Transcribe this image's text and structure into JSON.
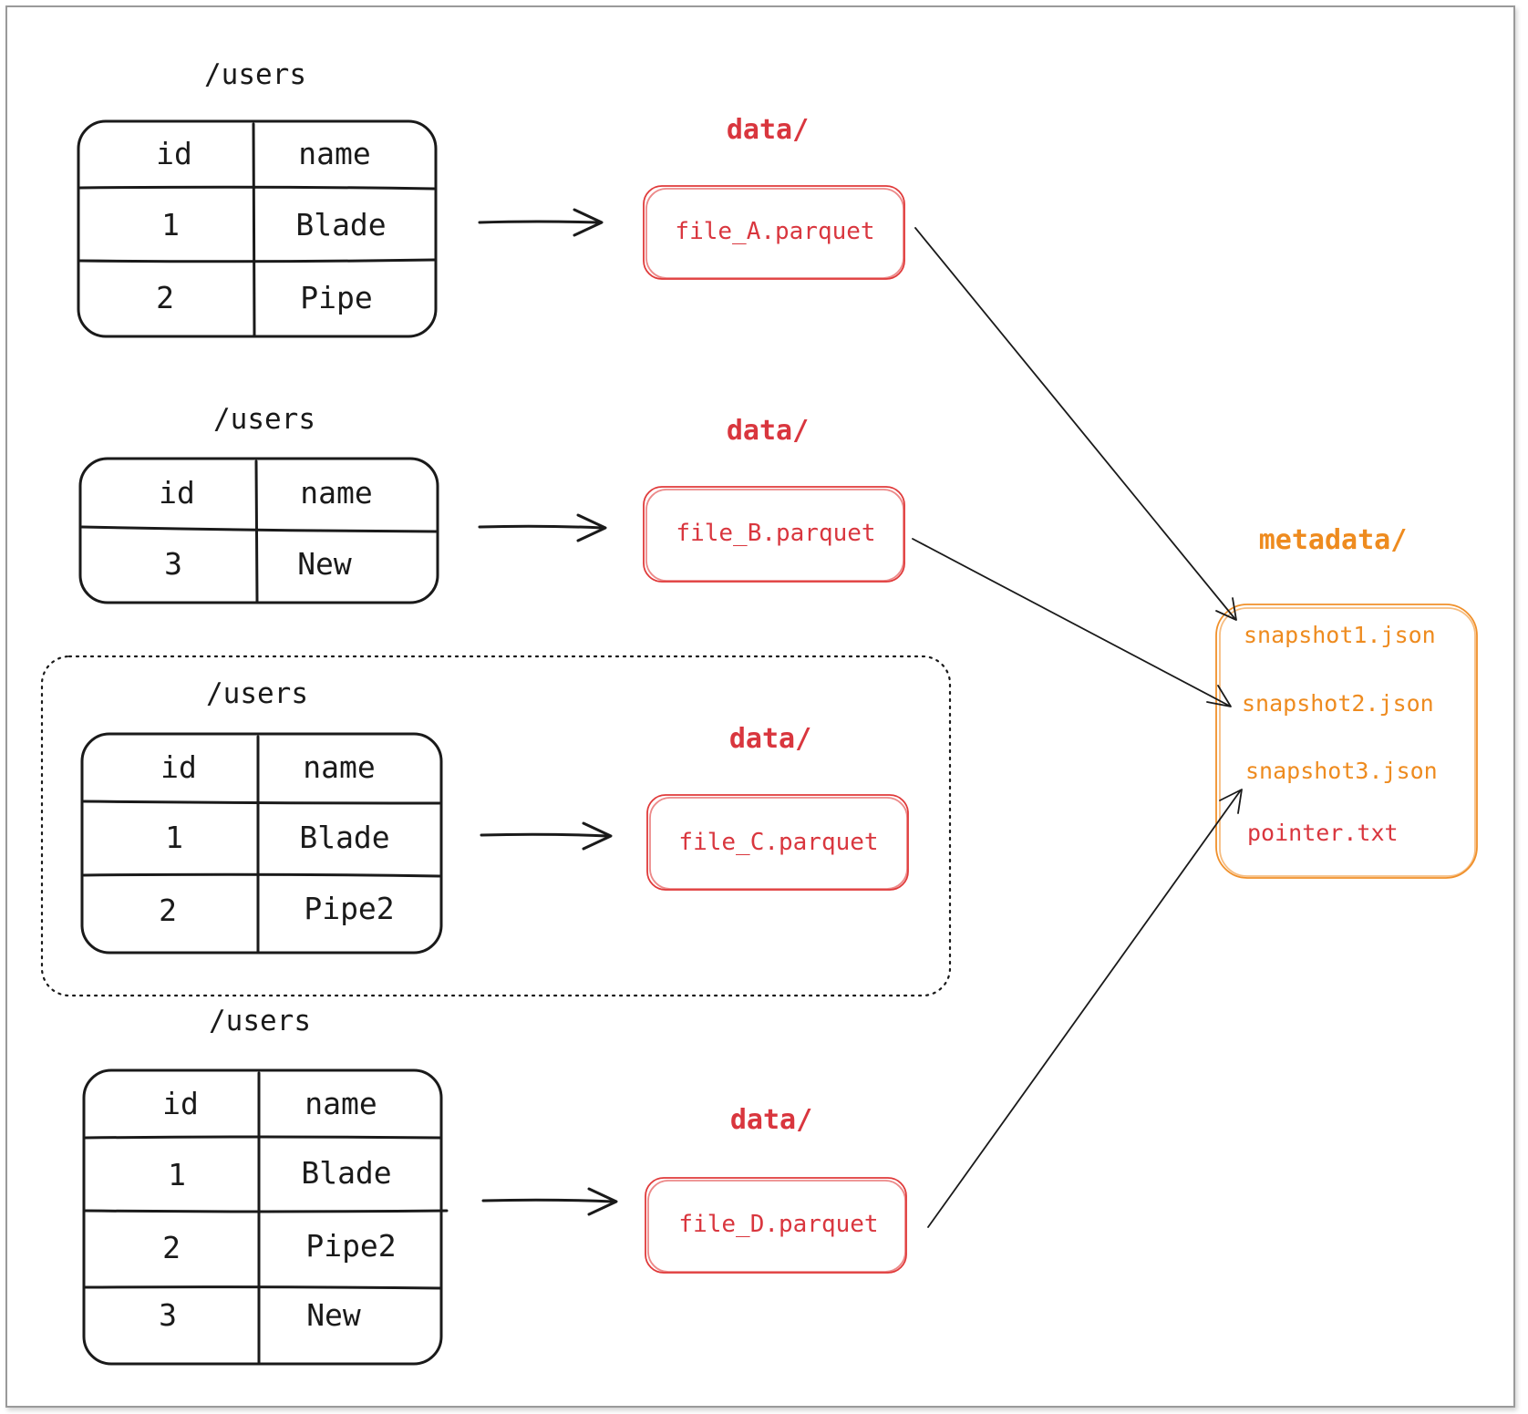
{
  "colors": {
    "ink": "#1a1a1a",
    "data_red": "#d9363e",
    "meta_orange": "#ee8b1f",
    "frame_gray": "#9a9a9a"
  },
  "tables": [
    {
      "title": "/users",
      "headers": [
        "id",
        "name"
      ],
      "rows": [
        {
          "id": "1",
          "name": "Blade"
        },
        {
          "id": "2",
          "name": "Pipe"
        }
      ]
    },
    {
      "title": "/users",
      "headers": [
        "id",
        "name"
      ],
      "rows": [
        {
          "id": "3",
          "name": "New"
        }
      ]
    },
    {
      "title": "/users",
      "headers": [
        "id",
        "name"
      ],
      "rows": [
        {
          "id": "1",
          "name": "Blade"
        },
        {
          "id": "2",
          "name": "Pipe2",
          "name_color": "#d9363e"
        }
      ]
    },
    {
      "title": "/users",
      "headers": [
        "id",
        "name"
      ],
      "rows": [
        {
          "id": "1",
          "name": "Blade"
        },
        {
          "id": "2",
          "name": "Pipe2",
          "name_color": "#d9363e"
        },
        {
          "id": "3",
          "name": "New",
          "id_color": "#ee8b1f",
          "name_color": "#ee8b1f"
        }
      ]
    }
  ],
  "data_folders": [
    {
      "label": "data/",
      "file": "file_A.parquet"
    },
    {
      "label": "data/",
      "file": "file_B.parquet"
    },
    {
      "label": "data/",
      "file": "file_C.parquet"
    },
    {
      "label": "data/",
      "file": "file_D.parquet"
    }
  ],
  "metadata": {
    "label": "metadata/",
    "files": [
      {
        "name": "snapshot1.json",
        "color": "#ee8b1f"
      },
      {
        "name": "snapshot2.json",
        "color": "#ee8b1f"
      },
      {
        "name": "snapshot3.json",
        "color": "#ee8b1f"
      },
      {
        "name": "pointer.txt",
        "color": "#d9363e"
      }
    ]
  }
}
